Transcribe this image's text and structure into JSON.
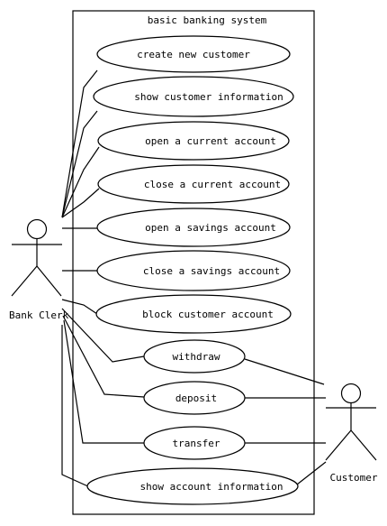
{
  "system": {
    "title": "basic banking system"
  },
  "actors": {
    "bank_clerk": {
      "label": "Bank Clerk"
    },
    "customer": {
      "label": "Customer"
    }
  },
  "use_cases": [
    {
      "id": "create-new-customer",
      "label": "create new customer"
    },
    {
      "id": "show-customer-information",
      "label": "show customer information"
    },
    {
      "id": "open-current-account",
      "label": "open a current account"
    },
    {
      "id": "close-current-account",
      "label": "close a current account"
    },
    {
      "id": "open-savings-account",
      "label": "open a savings account"
    },
    {
      "id": "close-savings-account",
      "label": "close a savings account"
    },
    {
      "id": "block-customer-account",
      "label": "block customer account"
    },
    {
      "id": "withdraw",
      "label": "withdraw"
    },
    {
      "id": "deposit",
      "label": "deposit"
    },
    {
      "id": "transfer",
      "label": "transfer"
    },
    {
      "id": "show-account-information",
      "label": "show account information"
    }
  ],
  "associations": [
    {
      "from": "bank_clerk",
      "to": "create-new-customer"
    },
    {
      "from": "bank_clerk",
      "to": "show-customer-information"
    },
    {
      "from": "bank_clerk",
      "to": "open-current-account"
    },
    {
      "from": "bank_clerk",
      "to": "close-current-account"
    },
    {
      "from": "bank_clerk",
      "to": "open-savings-account"
    },
    {
      "from": "bank_clerk",
      "to": "close-savings-account"
    },
    {
      "from": "bank_clerk",
      "to": "block-customer-account"
    },
    {
      "from": "bank_clerk",
      "to": "withdraw"
    },
    {
      "from": "bank_clerk",
      "to": "deposit"
    },
    {
      "from": "bank_clerk",
      "to": "transfer"
    },
    {
      "from": "bank_clerk",
      "to": "show-account-information"
    },
    {
      "from": "customer",
      "to": "withdraw"
    },
    {
      "from": "customer",
      "to": "deposit"
    },
    {
      "from": "customer",
      "to": "transfer"
    },
    {
      "from": "customer",
      "to": "show-account-information"
    }
  ]
}
